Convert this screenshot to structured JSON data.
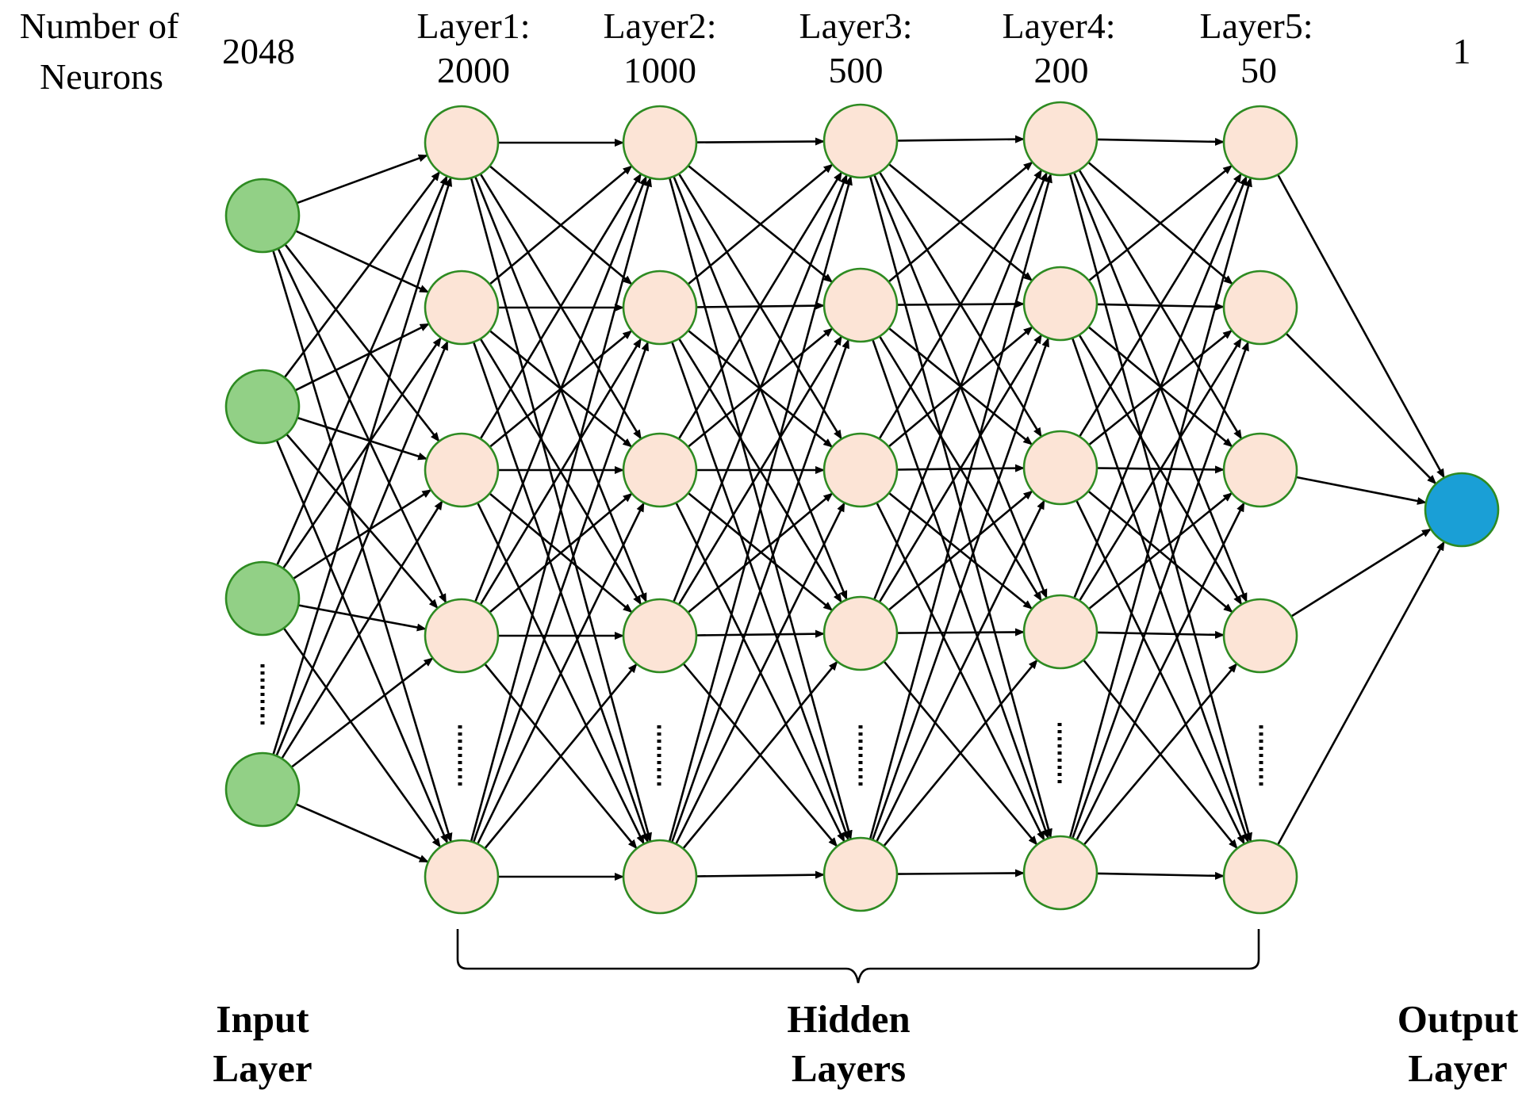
{
  "header": {
    "neurons_label_line1": "Number of",
    "neurons_label_line2": "Neurons"
  },
  "layers": [
    {
      "id": "input",
      "count_text": "2048",
      "name_text": "",
      "color": "#92d086"
    },
    {
      "id": "hidden1",
      "count_text": "2000",
      "name_text": "Layer1:",
      "color": "#fce4d6"
    },
    {
      "id": "hidden2",
      "count_text": "1000",
      "name_text": "Layer2:",
      "color": "#fce4d6"
    },
    {
      "id": "hidden3",
      "count_text": "500",
      "name_text": "Layer3:",
      "color": "#fce4d6"
    },
    {
      "id": "hidden4",
      "count_text": "200",
      "name_text": "Layer4:",
      "color": "#fce4d6"
    },
    {
      "id": "hidden5",
      "count_text": "50",
      "name_text": "Layer5:",
      "color": "#fce4d6"
    },
    {
      "id": "output",
      "count_text": "1",
      "name_text": "",
      "color": "#1a9fd6"
    }
  ],
  "group_labels": {
    "input": {
      "line1": "Input",
      "line2": "Layer"
    },
    "hidden": {
      "line1": "Hidden",
      "line2": "Layers"
    },
    "output": {
      "line1": "Output",
      "line2": "Layer"
    }
  },
  "colors": {
    "neuron_stroke": "#2e8b22",
    "edge": "#000000"
  }
}
